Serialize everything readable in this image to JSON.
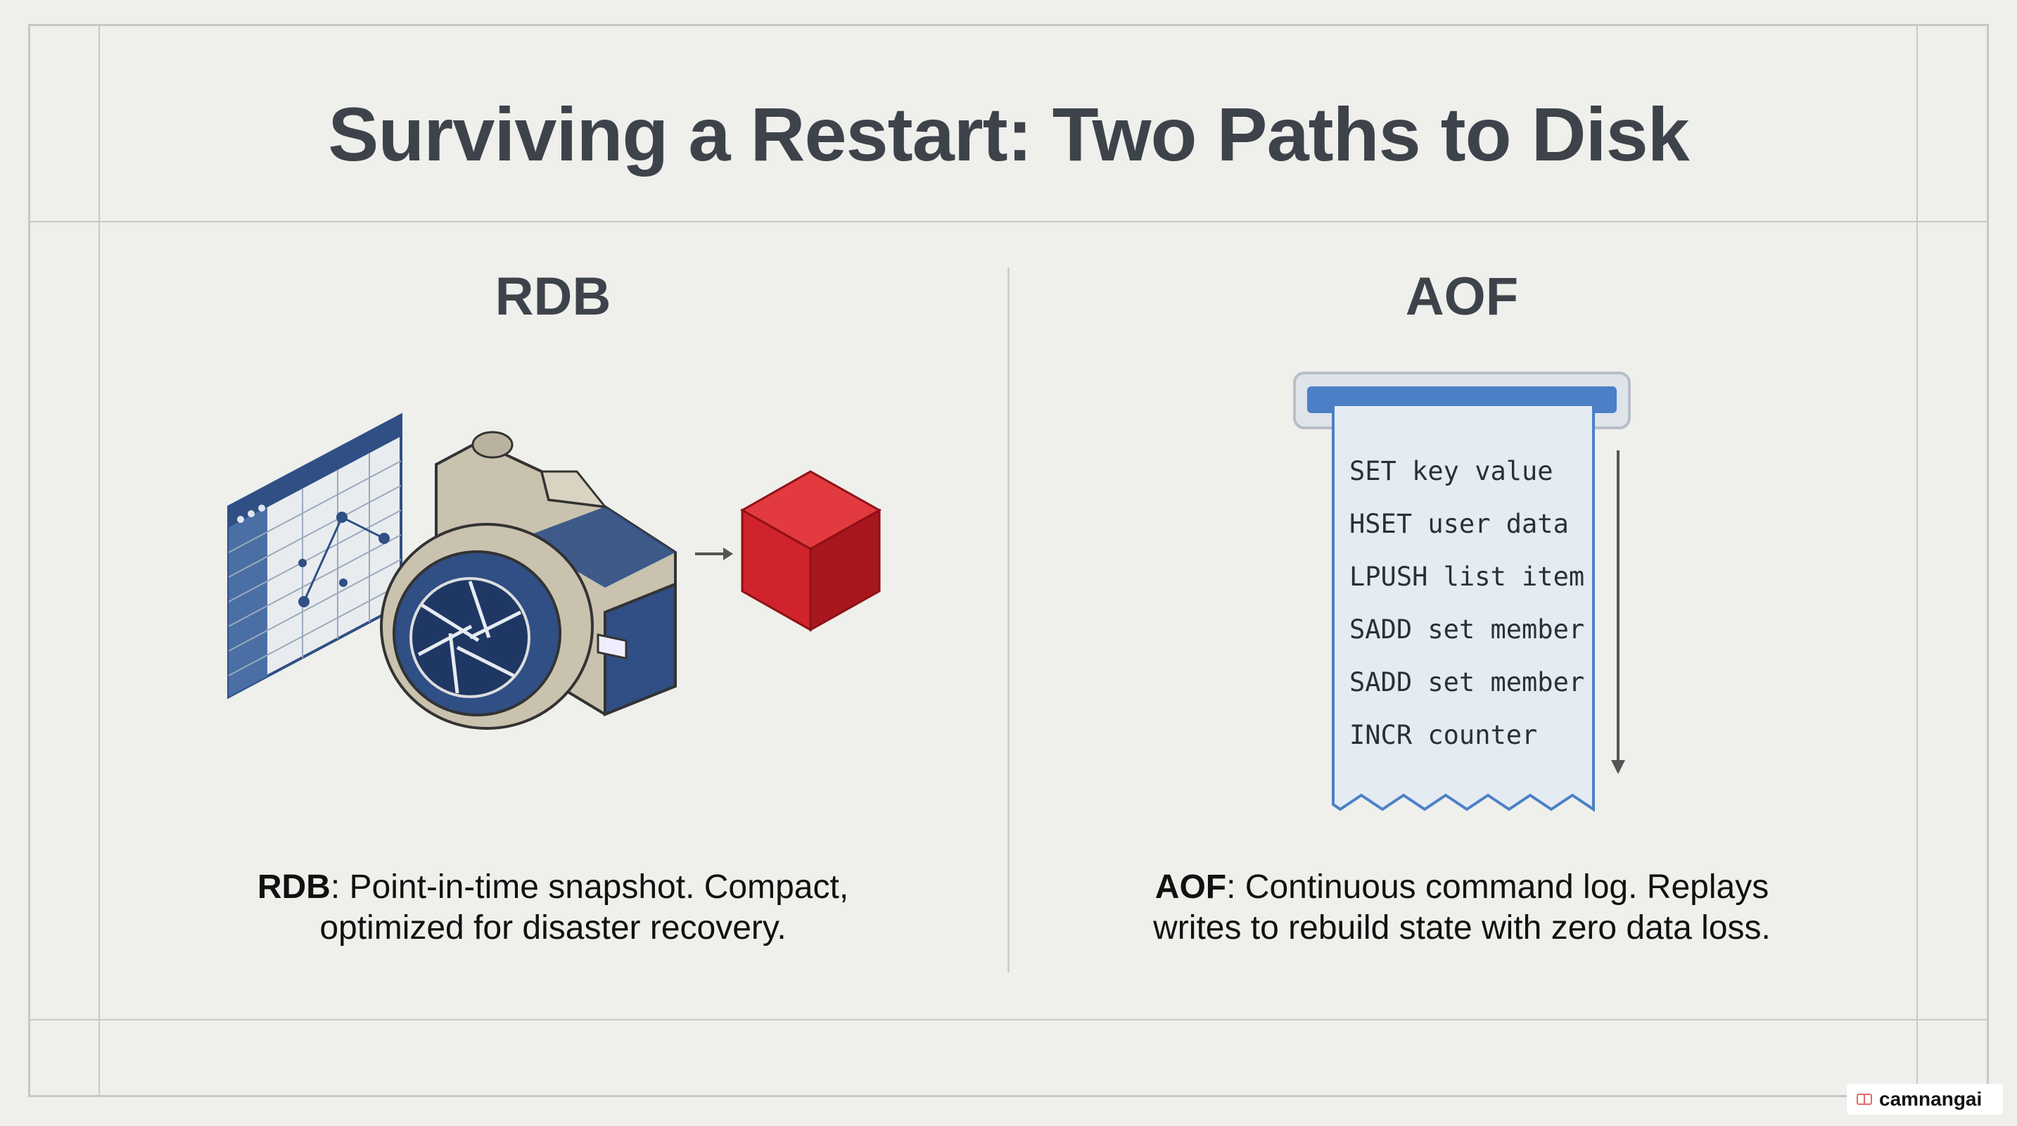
{
  "title": "Surviving a Restart: Two Paths to Disk",
  "rdb": {
    "heading": "RDB",
    "desc_term": "RDB",
    "desc_line1": ": Point-in-time snapshot. Compact,",
    "desc_line2": "optimized for disaster recovery.",
    "icons": [
      "spreadsheet-icon",
      "camera-icon",
      "arrow-right-icon",
      "red-cube-icon"
    ]
  },
  "aof": {
    "heading": "AOF",
    "desc_term": "AOF",
    "desc_line1": ": Continuous command log. Replays",
    "desc_line2": "writes to rebuild state with zero data loss.",
    "log": [
      "SET key value",
      "HSET user data",
      "LPUSH list item",
      "SADD set member",
      "SADD set member",
      "INCR counter"
    ],
    "icons": [
      "receipt-printer-icon",
      "arrow-down-icon"
    ]
  },
  "watermark": "camnangai",
  "colors": {
    "accent_blue": "#2f4f85",
    "cube_red": "#d0232b",
    "title_gray": "#3e434b"
  }
}
